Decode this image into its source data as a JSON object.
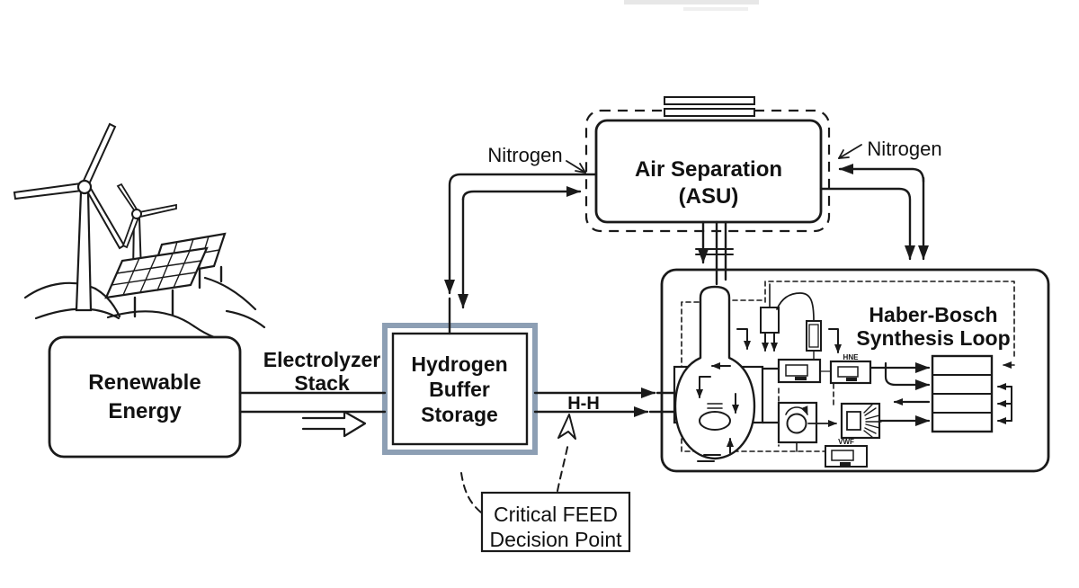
{
  "colors": {
    "line": "#1a1a1a",
    "hydrogen_border": "#8d9fb4",
    "background": "#ffffff"
  },
  "nodes": {
    "renewable": {
      "lines": [
        "Renewable",
        "Energy"
      ]
    },
    "electrolyzer": {
      "lines": [
        "Electrolyzer",
        "Stack"
      ]
    },
    "hydrogen": {
      "lines": [
        "Hydrogen",
        "Buffer",
        "Storage"
      ]
    },
    "asu": {
      "lines": [
        "Air Separation",
        "(ASU)"
      ]
    },
    "haber_bosch": {
      "lines": [
        "Haber-Bosch",
        "Synthesis Loop"
      ]
    },
    "feed": {
      "lines": [
        "Critical FEED",
        "Decision Point"
      ]
    }
  },
  "streams": {
    "nitrogen_left": "Nitrogen",
    "nitrogen_right": "Nitrogen",
    "hydrogen_stream": "H-H"
  },
  "small_labels": {
    "exchanger_top": "HNE",
    "exchanger_bottom": "VWF"
  }
}
